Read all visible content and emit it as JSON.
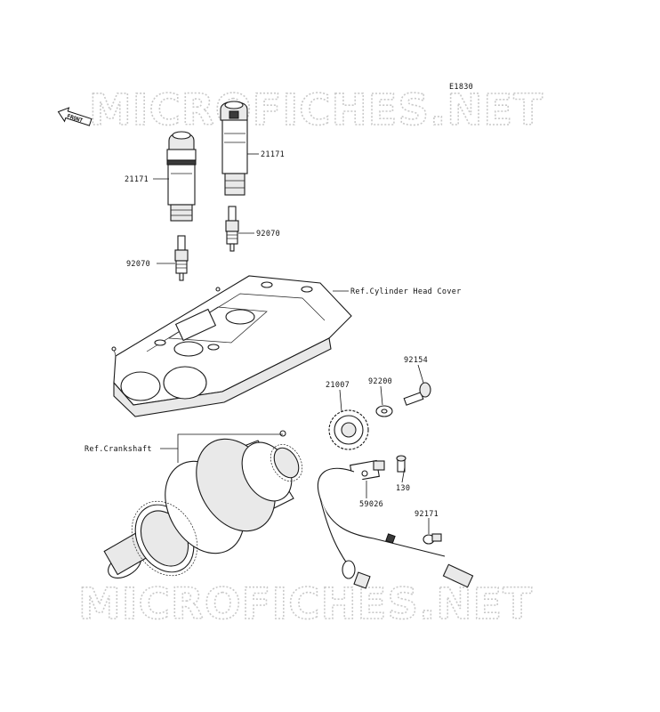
{
  "diagram_code": "E1830",
  "front_arrow": "FRONT",
  "watermarks": [
    "MICROFICHES.NET",
    "MICROFICHES.NET"
  ],
  "part_labels": {
    "coil_left": "21171",
    "coil_right": "21171",
    "plug_left": "92070",
    "plug_right": "92070",
    "head_cover_ref": "Ref.Cylinder Head Cover",
    "rotor": "21007",
    "washer": "92200",
    "bolt_big": "92154",
    "crankshaft_ref": "Ref.Crankshaft",
    "bolt_small": "130",
    "sensor": "59026",
    "clamp": "92171"
  }
}
